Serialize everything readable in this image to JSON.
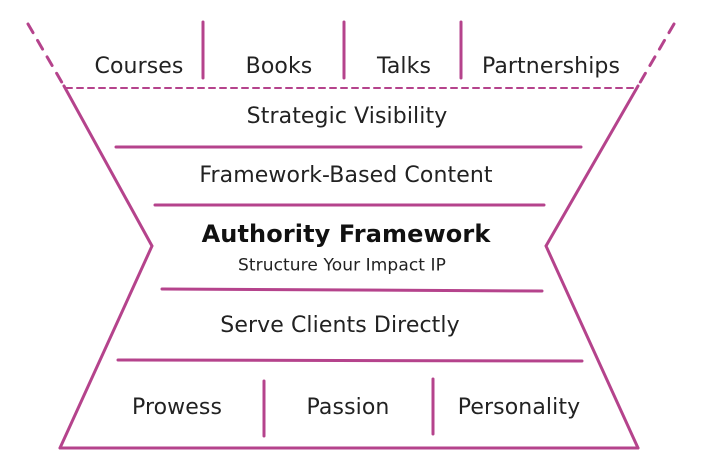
{
  "colors": {
    "stroke": "#b5438c",
    "text": "#222222"
  },
  "top_tier": {
    "items": [
      "Courses",
      "Books",
      "Talks",
      "Partnerships"
    ]
  },
  "layers": {
    "strategic_visibility": "Strategic Visibility",
    "framework_content": "Framework-Based Content",
    "authority_title": "Authority Framework",
    "authority_subtitle": "Structure Your Impact IP",
    "serve_clients": "Serve Clients Directly"
  },
  "bottom_tier": {
    "items": [
      "Prowess",
      "Passion",
      "Personality"
    ]
  }
}
